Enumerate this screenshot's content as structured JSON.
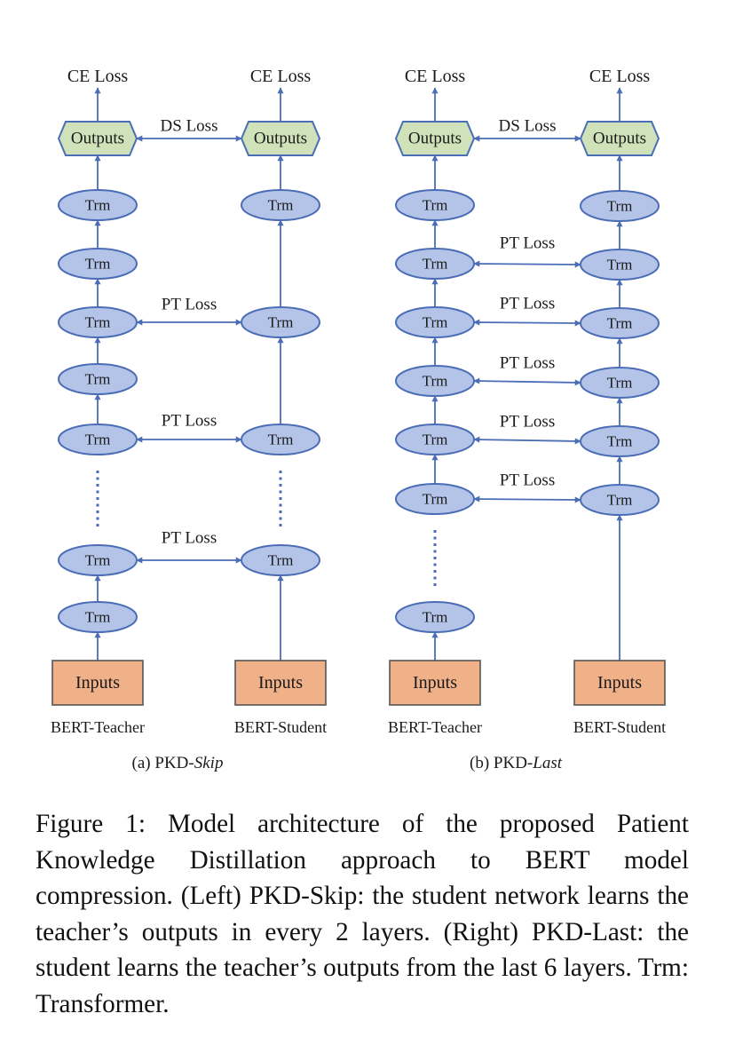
{
  "colors": {
    "trm_fill": "#b4c4e8",
    "trm_stroke": "#4a6db5",
    "output_fill": "#cfe2b9",
    "output_stroke": "#4a6db5",
    "input_fill": "#f0b088",
    "input_stroke": "#555555",
    "arrow": "#4a6db5"
  },
  "labels": {
    "trm": "Trm",
    "outputs": "Outputs",
    "inputs": "Inputs",
    "ce_loss": "CE Loss",
    "ds_loss": "DS Loss",
    "pt_loss": "PT Loss",
    "teacher": "BERT-Teacher",
    "student": "BERT-Student"
  },
  "panels": [
    {
      "id": "skip",
      "subcaption_prefix": "(a) PKD-",
      "subcaption_name": "Skip",
      "teacher_layers": 7,
      "student_layers": 4,
      "pt_loss_count": 3
    },
    {
      "id": "last",
      "subcaption_prefix": "(b) PKD-",
      "subcaption_name": "Last",
      "teacher_layers": 7,
      "student_layers": 6,
      "pt_loss_count": 5
    }
  ],
  "caption": "Figure 1: Model architecture of the proposed Patient Knowledge Distillation approach to BERT model compression. (Left) PKD-Skip: the student network learns the teacher’s outputs in every 2 layers. (Right) PKD-Last: the student learns the teacher’s outputs from the last 6 layers. Trm: Transformer."
}
